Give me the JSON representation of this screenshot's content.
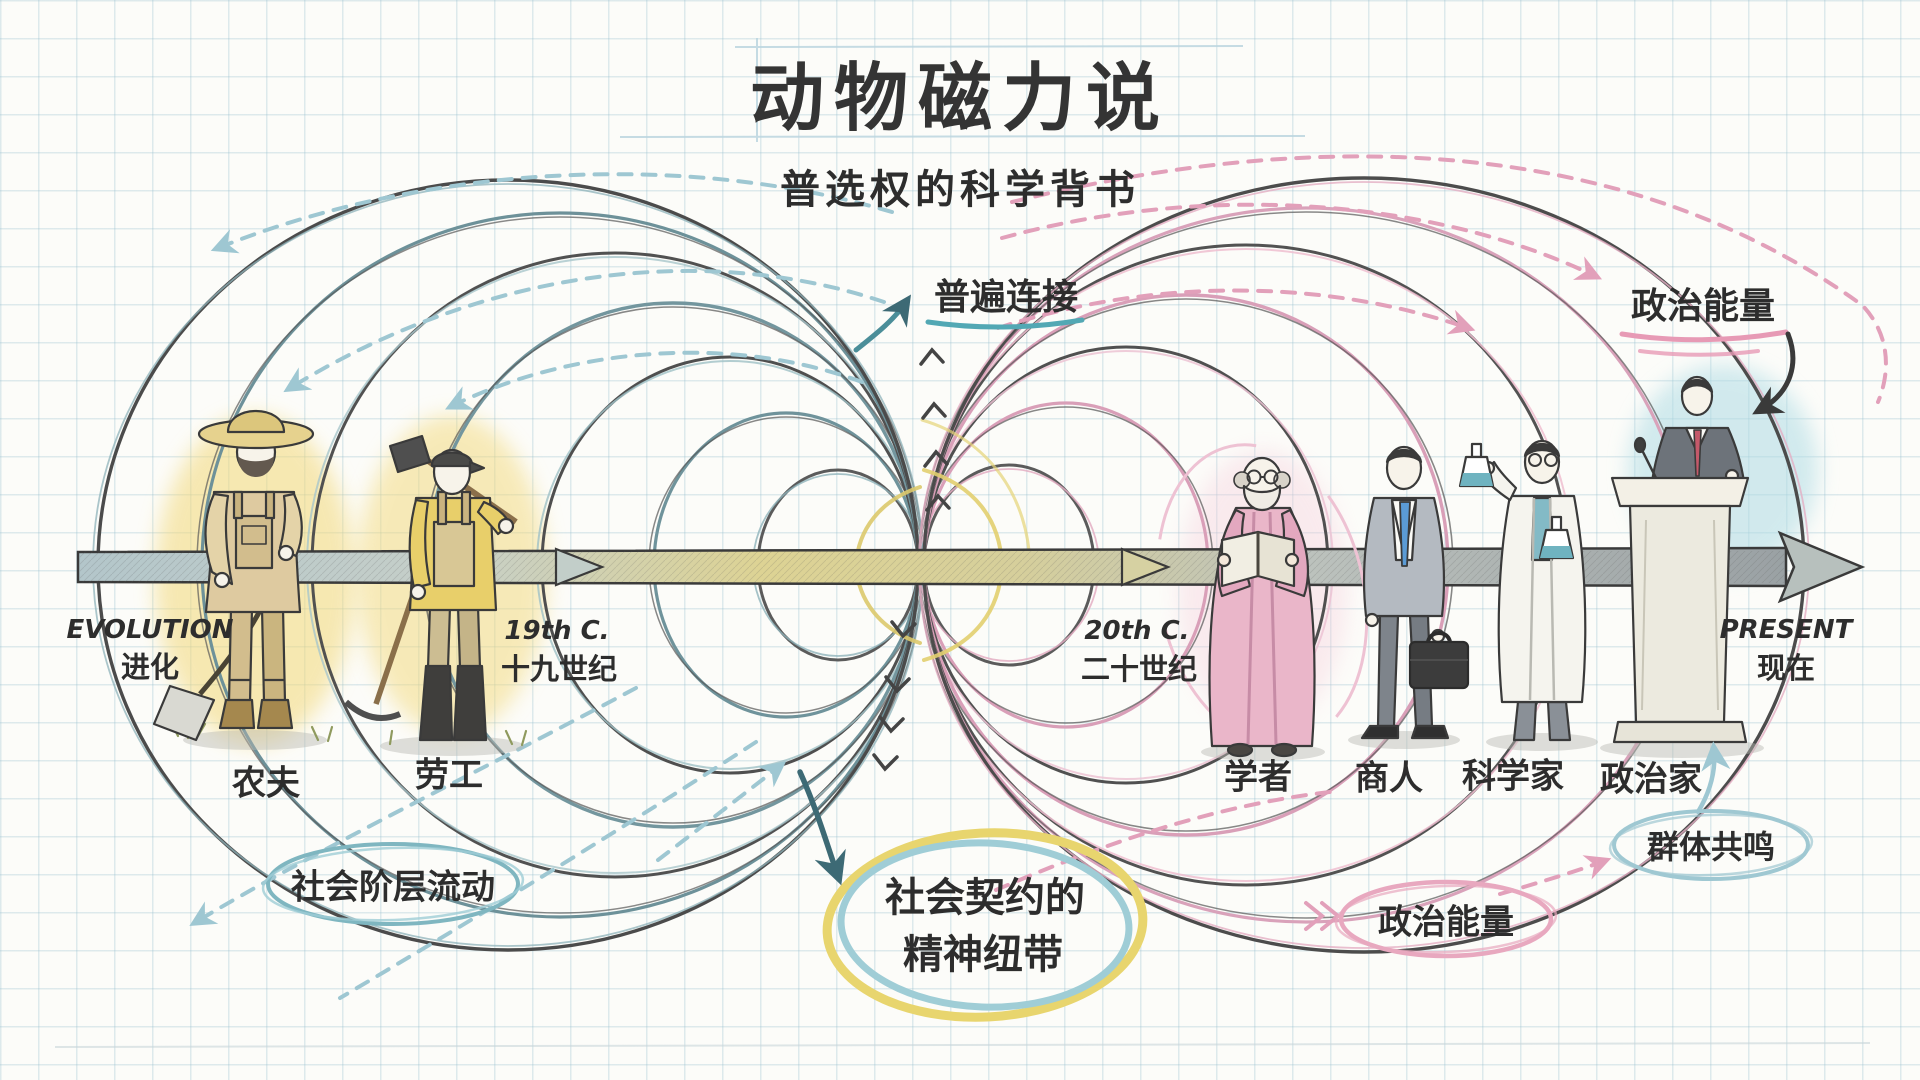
{
  "title": {
    "main": "动物磁力说",
    "subtitle": "普选权的科学背书"
  },
  "annotations": {
    "universal_connection": "普遍连接",
    "political_energy_top": "政治能量"
  },
  "timeline": {
    "points": [
      {
        "id": "evolution",
        "en": "EVOLUTION",
        "zh": "进化"
      },
      {
        "id": "c19",
        "en": "19th C.",
        "zh": "十九世纪"
      },
      {
        "id": "c20",
        "en": "20th C.",
        "zh": "二十世纪"
      },
      {
        "id": "present",
        "en": "PRESENT",
        "zh": "现在"
      }
    ]
  },
  "figures": [
    {
      "id": "farmer",
      "label": "农夫"
    },
    {
      "id": "laborer",
      "label": "劳工"
    },
    {
      "id": "scholar",
      "label": "学者"
    },
    {
      "id": "merchant",
      "label": "商人"
    },
    {
      "id": "scientist",
      "label": "科学家"
    },
    {
      "id": "politician",
      "label": "政治家"
    }
  ],
  "callouts": {
    "social_mobility": "社会阶层流动",
    "social_contract": {
      "line1": "社会契约的",
      "line2": "精神纽带"
    },
    "political_energy_bottom": "政治能量",
    "group_resonance": "群体共鸣"
  },
  "colors": {
    "paper": "#fcfcf9",
    "grid": "#cfe0e8",
    "ink": "#2d2d2d",
    "teal": "#5f8d96",
    "light_blue": "#9ec7d2",
    "yellow": "#e6d26e",
    "pink": "#e2a0ba",
    "red_tie": "#c4596a"
  }
}
